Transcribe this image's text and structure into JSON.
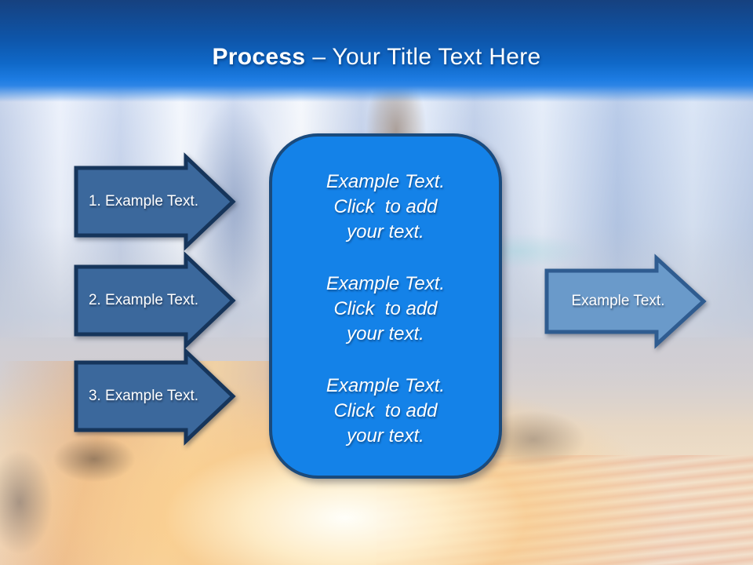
{
  "title": {
    "bold": "Process",
    "rest": "– Your Title Text Here"
  },
  "left_arrows": [
    {
      "label": "1. Example Text."
    },
    {
      "label": "2. Example Text."
    },
    {
      "label": "3. Example Text."
    }
  ],
  "center_box": {
    "groups": [
      {
        "lines": [
          "Example Text.",
          "Click  to add",
          "your text."
        ]
      },
      {
        "lines": [
          "Example Text.",
          "Click  to add",
          "your text."
        ]
      },
      {
        "lines": [
          "Example Text.",
          "Click  to add",
          "your text."
        ]
      }
    ]
  },
  "right_arrow": {
    "label": "Example Text."
  },
  "colors": {
    "header_top": "#16417f",
    "header_bottom": "#1d7ce2",
    "left_arrow_fill": "#3b689c",
    "left_arrow_border": "#16355b",
    "center_box_fill": "#1482e8",
    "center_box_border": "#1a4a7c",
    "right_arrow_fill": "#6a9aca",
    "right_arrow_border": "#2f5c90",
    "text": "#ffffff"
  }
}
